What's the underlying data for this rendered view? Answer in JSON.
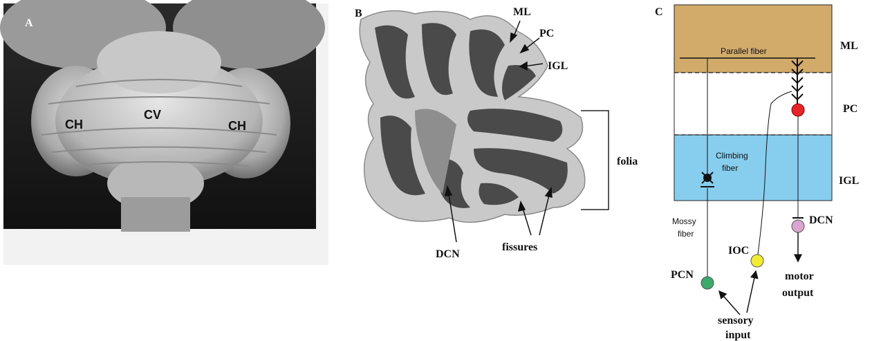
{
  "panel_a": {
    "letter": "A",
    "labels": {
      "ch_left": "CH",
      "cv": "CV",
      "ch_right": "CH"
    }
  },
  "panel_b": {
    "letter": "B",
    "labels": {
      "ml": "ML",
      "pc": "PC",
      "igl": "IGL",
      "folia": "folia",
      "dcn": "DCN",
      "fissures": "fissures"
    }
  },
  "panel_c": {
    "letter": "C",
    "layers": {
      "ml": "ML",
      "pc": "PC",
      "igl": "IGL"
    },
    "fibers": {
      "parallel": "Parallel fiber",
      "climbing_1": "Climbing",
      "climbing_2": "fiber",
      "mossy_1": "Mossy",
      "mossy_2": "fiber"
    },
    "nuclei": {
      "dcn": "DCN",
      "ioc": "IOC",
      "pcn": "PCN"
    },
    "output": {
      "line1": "motor",
      "line2": "output"
    },
    "input": {
      "line1": "sensory",
      "line2": "input"
    },
    "colors": {
      "ml_layer": "#d2aa6a",
      "igl_layer": "#86cdee",
      "purkinje_cell": "#e8232a",
      "dcn_cell": "#d9a6d0",
      "ioc_cell": "#f2ec30",
      "pcn_cell": "#3aaa6a"
    }
  }
}
